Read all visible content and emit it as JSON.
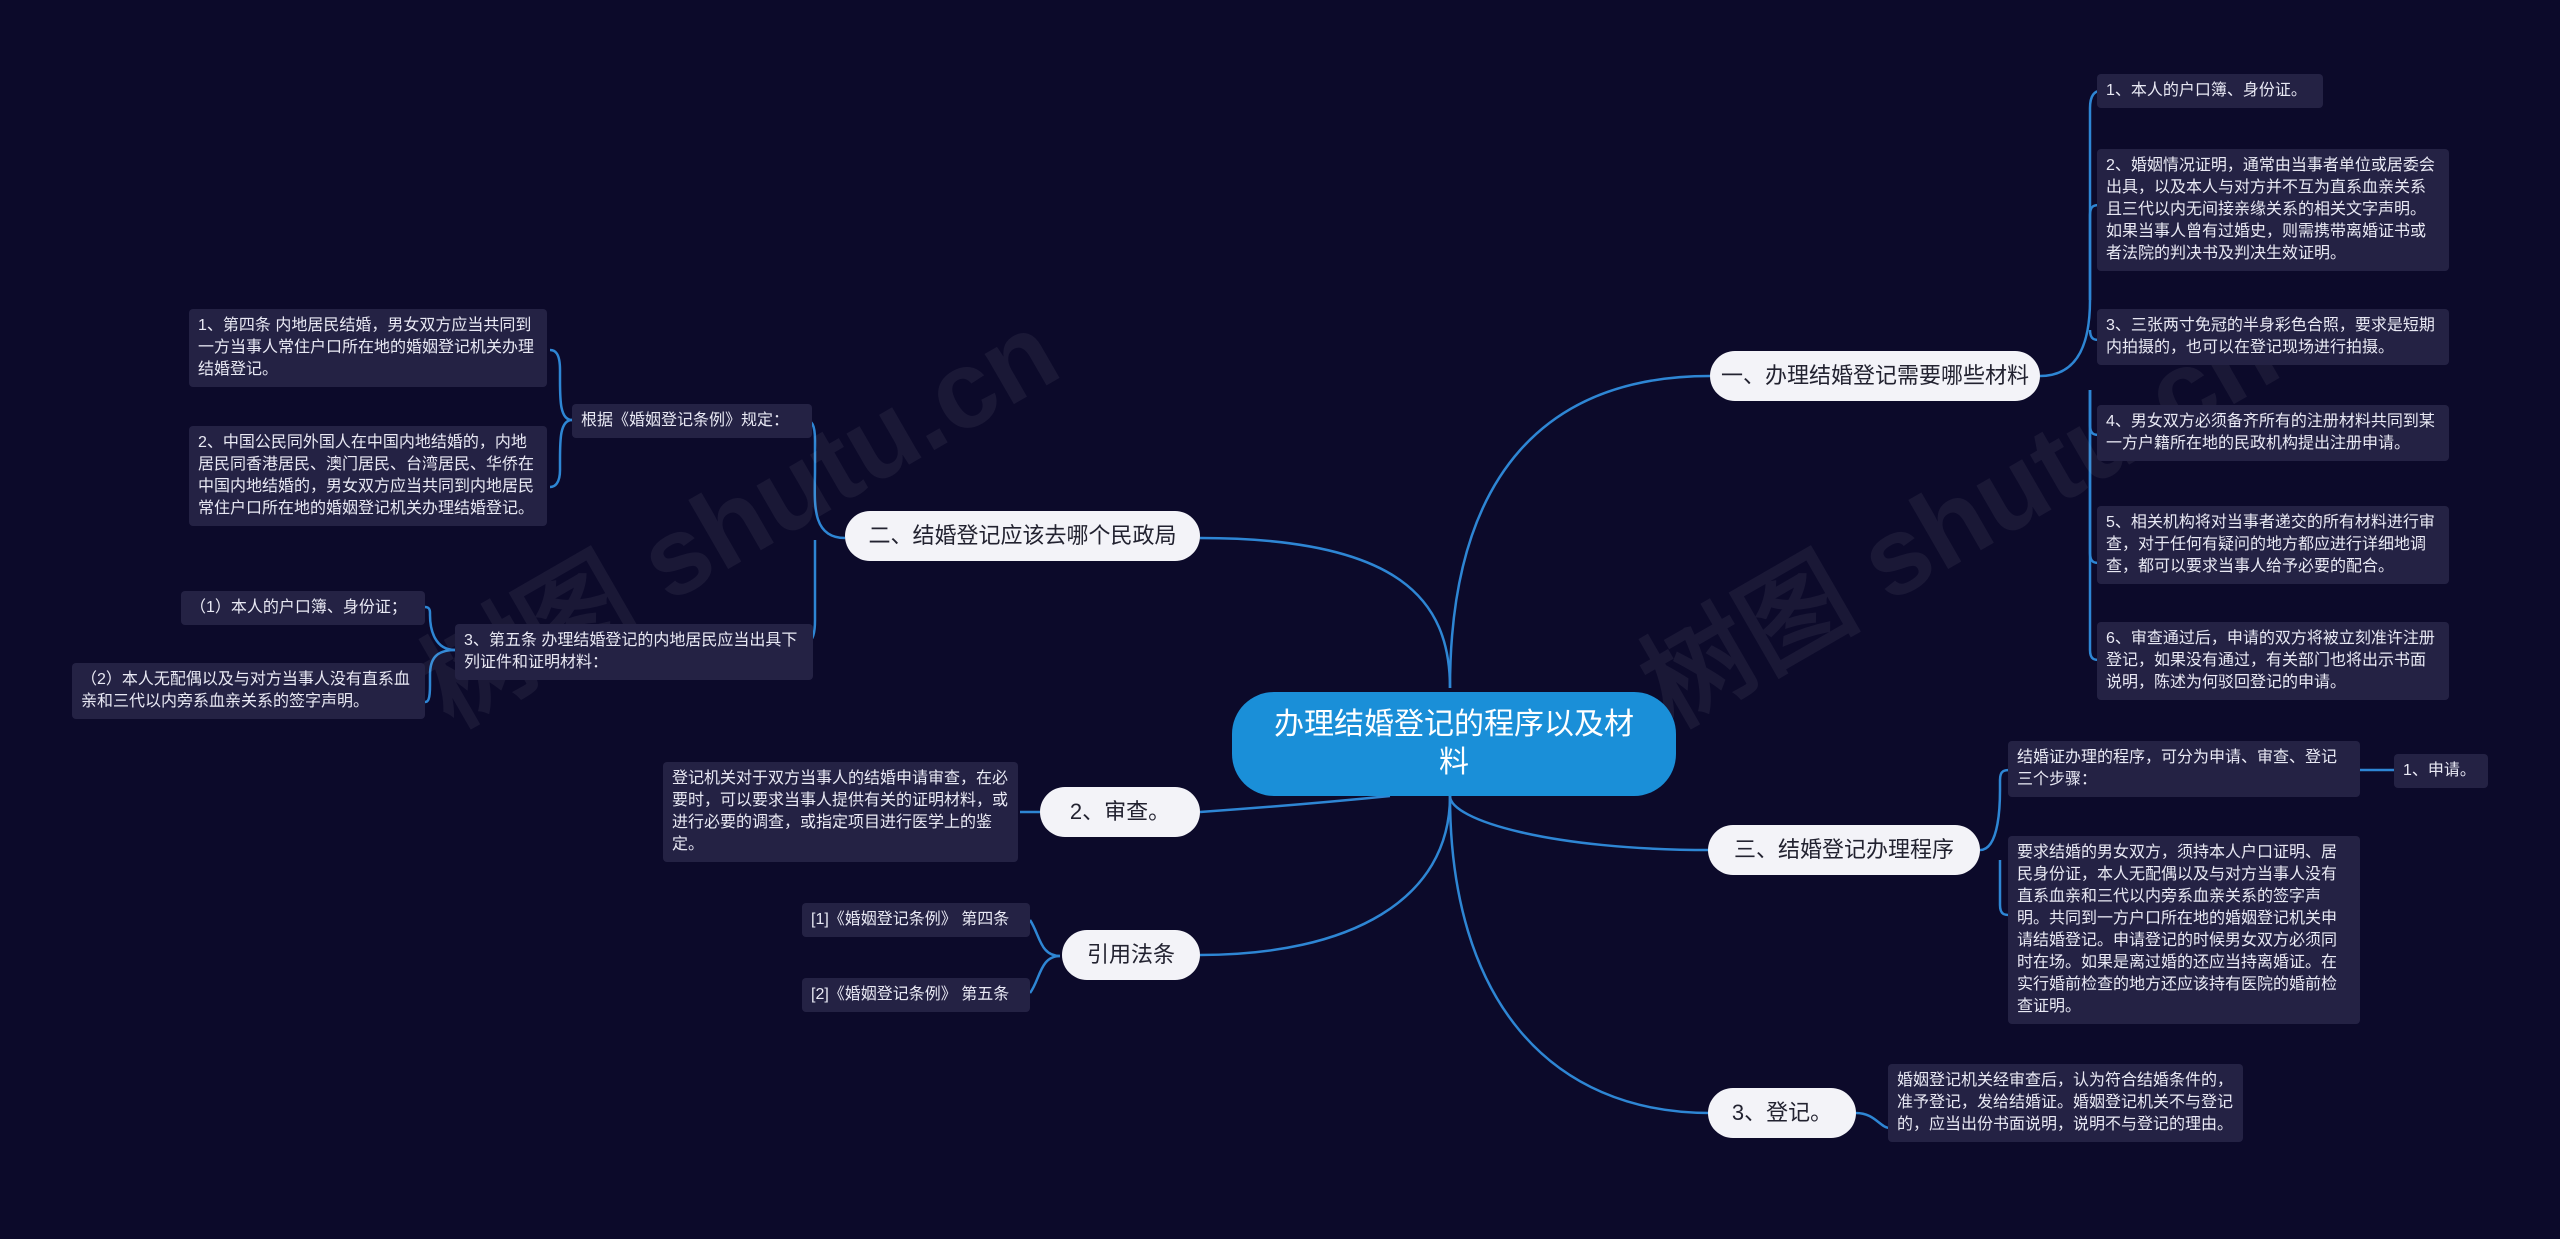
{
  "root": {
    "title": "办理结婚登记的程序以及材料"
  },
  "watermark": "树图 shutu.cn",
  "branches": {
    "materials": {
      "label": "一、办理结婚登记需要哪些材料",
      "items": [
        "1、本人的户口簿、身份证。",
        "2、婚姻情况证明，通常由当事者单位或居委会出具，以及本人与对方并不互为直系血亲关系且三代以内无间接亲缘关系的相关文字声明。如果当事人曾有过婚史，则需携带离婚证书或者法院的判决书及判决生效证明。",
        "3、三张两寸免冠的半身彩色合照，要求是短期内拍摄的，也可以在登记现场进行拍摄。",
        "4、男女双方必须备齐所有的注册材料共同到某一方户籍所在地的民政机构提出注册申请。",
        "5、相关机构将对当事者递交的所有材料进行审查，对于任何有疑问的地方都应进行详细地调查，都可以要求当事人给予必要的配合。",
        "6、审查通过后，申请的双方将被立刻准许注册登记，如果没有通过，有关部门也将出示书面说明，陈述为何驳回登记的申请。"
      ]
    },
    "bureau": {
      "label": "二、结婚登记应该去哪个民政局",
      "regulation": {
        "label": "根据《婚姻登记条例》规定：",
        "items": [
          "1、第四条 内地居民结婚，男女双方应当共同到一方当事人常住户口所在地的婚姻登记机关办理结婚登记。",
          "2、中国公民同外国人在中国内地结婚的，内地居民同香港居民、澳门居民、台湾居民、华侨在中国内地结婚的，男女双方应当共同到内地居民常住户口所在地的婚姻登记机关办理结婚登记。"
        ]
      },
      "article5": {
        "label": "3、第五条 办理结婚登记的内地居民应当出具下列证件和证明材料：",
        "items": [
          "（1）本人的户口簿、身份证；",
          "（2）本人无配偶以及与对方当事人没有直系血亲和三代以内旁系血亲关系的签字声明。"
        ]
      }
    },
    "review": {
      "label": "2、审查。",
      "text": "登记机关对于双方当事人的结婚申请审查，在必要时，可以要求当事人提供有关的证明材料，或进行必要的调查，或指定项目进行医学上的鉴定。"
    },
    "citation": {
      "label": "引用法条",
      "items": [
        "[1]《婚姻登记条例》 第四条",
        "[2]《婚姻登记条例》 第五条"
      ]
    },
    "procedure": {
      "label": "三、结婚登记办理程序",
      "intro": "结婚证办理的程序，可分为申请、审查、登记三个步骤：",
      "step1": "1、申请。",
      "detail": "要求结婚的男女双方，须持本人户口证明、居民身份证，本人无配偶以及与对方当事人没有直系血亲和三代以内旁系血亲关系的签字声明。共同到一方户口所在地的婚姻登记机关申请结婚登记。申请登记的时候男女双方必须同时在场。如果是离过婚的还应当持离婚证。在实行婚前检查的地方还应该持有医院的婚前检查证明。"
    },
    "register": {
      "label": "3、登记。",
      "text": "婚姻登记机关经审查后，认为符合结婚条件的，准予登记，发给结婚证。婚姻登记机关不与登记的，应当出份书面说明，说明不与登记的理由。"
    }
  },
  "colors": {
    "background": "#0c0a2a",
    "root": "#1a8fd8",
    "branch": "#f3f3f8",
    "leaf": "#242244",
    "link": "#2e86d4"
  }
}
